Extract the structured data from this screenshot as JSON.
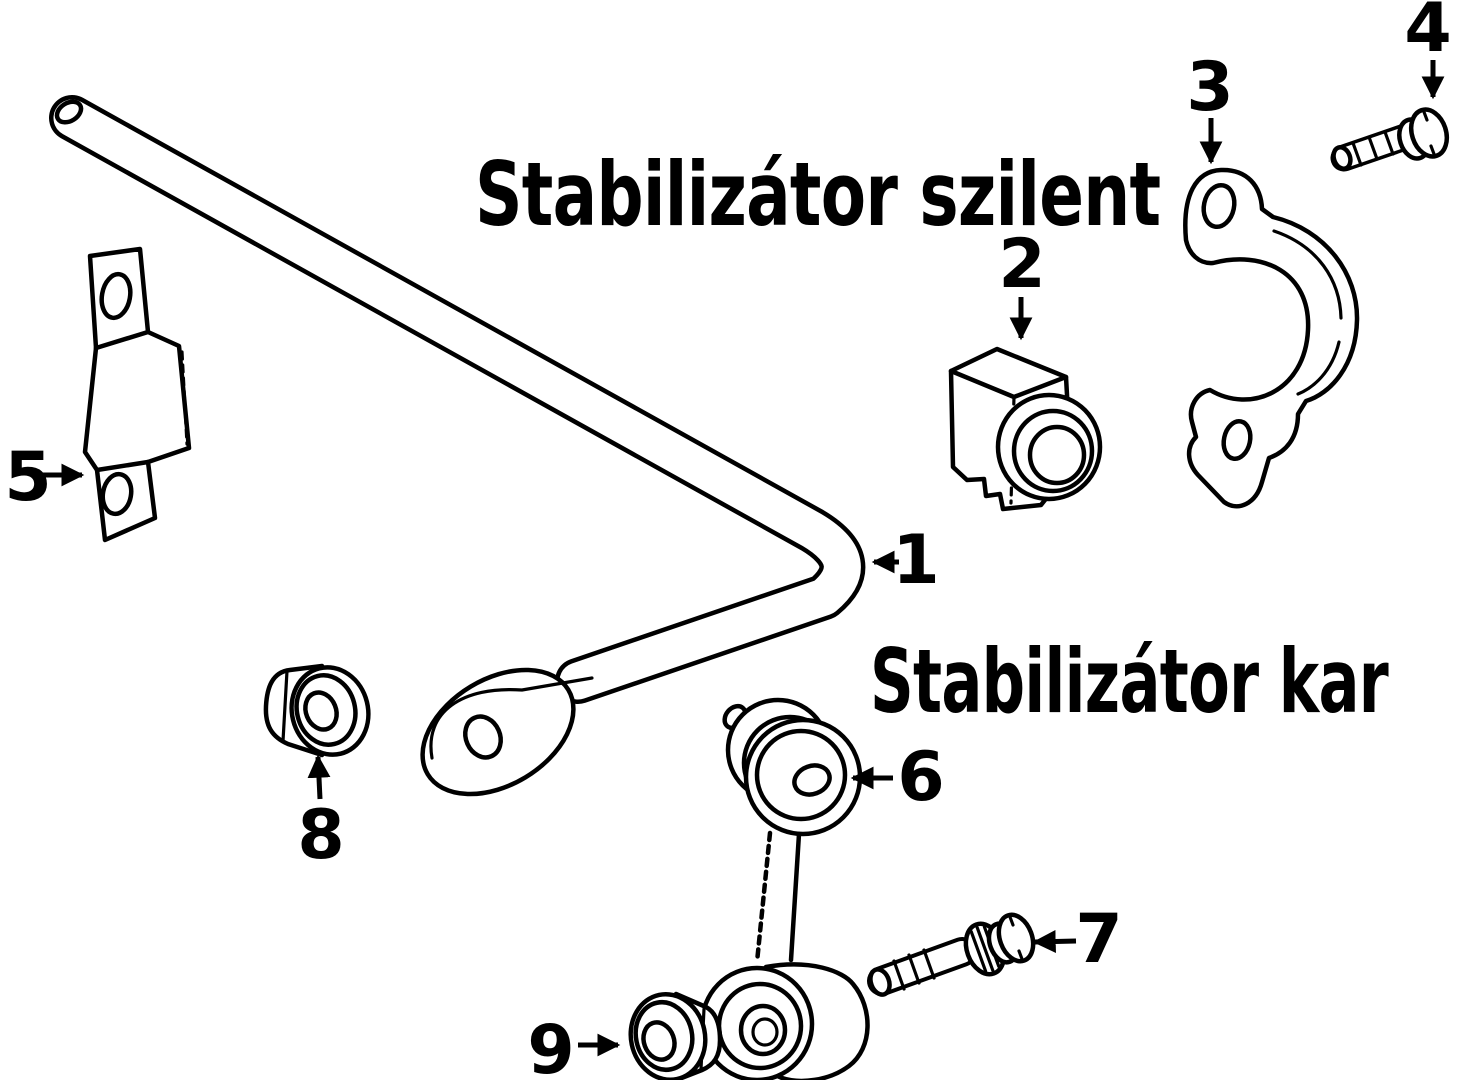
{
  "colors": {
    "ink": "#000000",
    "background": "#ffffff"
  },
  "captions": {
    "bushing_caption": "Stabilizátor szilent",
    "link_caption": "Stabilizátor kar"
  },
  "parts": {
    "p1": {
      "label": "1"
    },
    "p2": {
      "label": "2"
    },
    "p3": {
      "label": "3"
    },
    "p4": {
      "label": "4"
    },
    "p5": {
      "label": "5"
    },
    "p6": {
      "label": "6"
    },
    "p7": {
      "label": "7"
    },
    "p8": {
      "label": "8"
    },
    "p9": {
      "label": "9"
    }
  }
}
